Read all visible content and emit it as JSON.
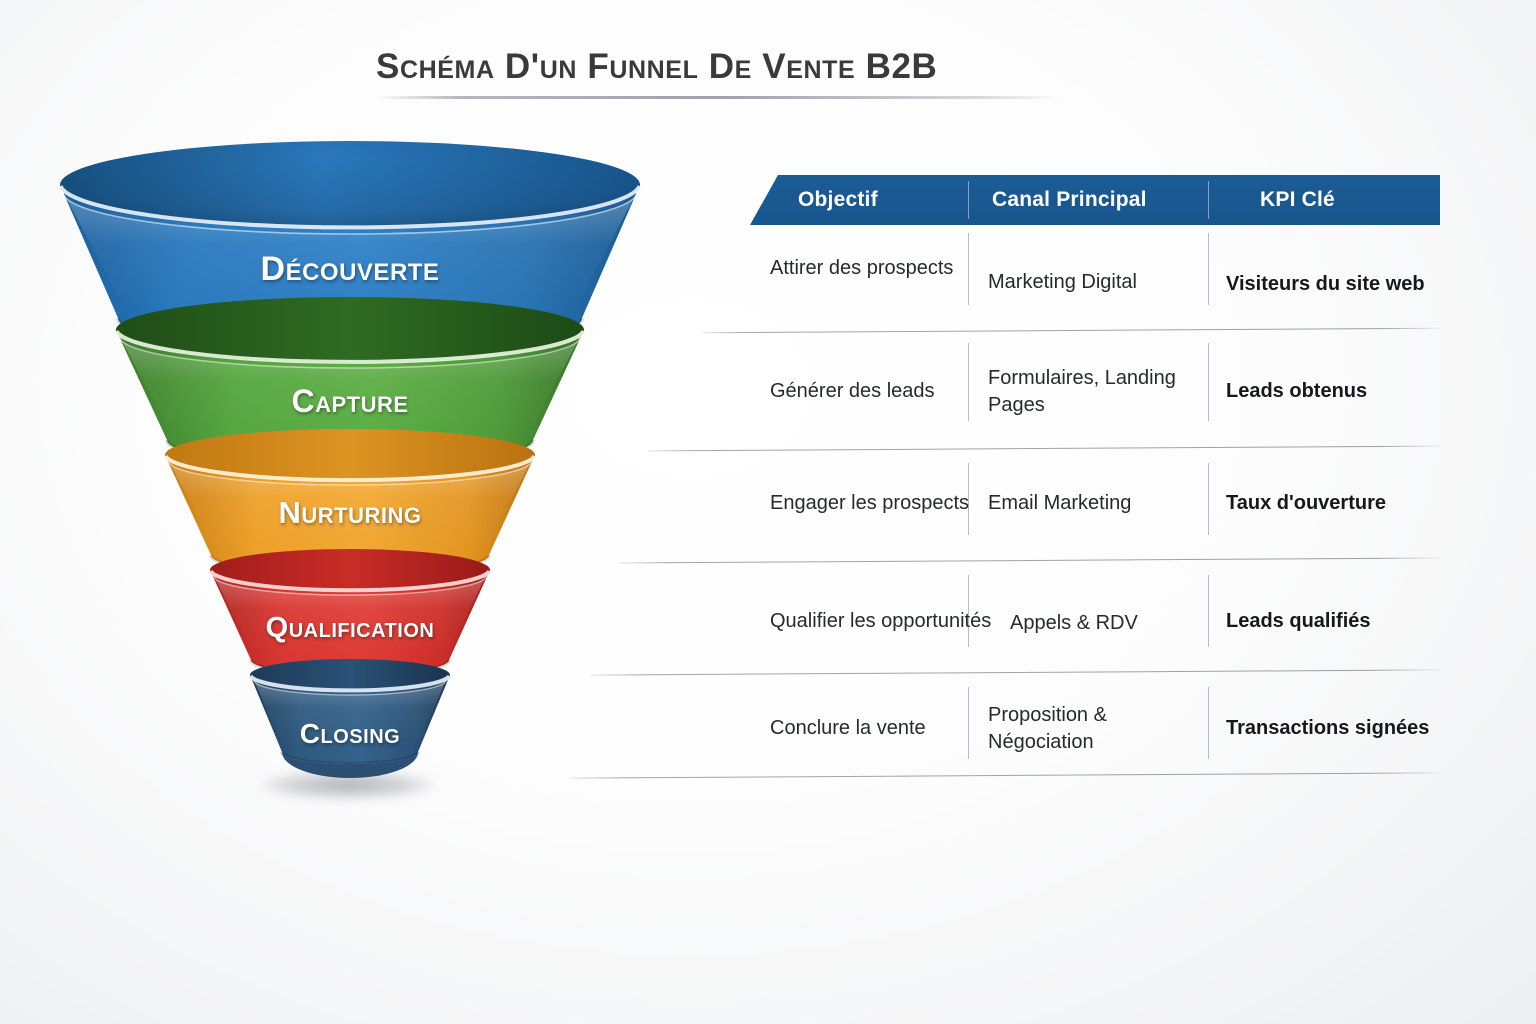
{
  "title": "Schéma d'un Funnel de Vente B2B",
  "colors": {
    "header_blue": "#1c5c96",
    "stage_blue": "#2574b4",
    "stage_green": "#51a03c",
    "stage_orange": "#ea9b26",
    "stage_red": "#d6302b",
    "stage_navy": "#2c5479",
    "text_dark": "#262a2f",
    "rule_gray": "#868c96"
  },
  "funnel": {
    "stages": [
      {
        "label": "Découverte",
        "color": "#2574b4",
        "color_dark": "#1a5c94",
        "rim": "#d6e6f3"
      },
      {
        "label": "Capture",
        "color": "#51a03c",
        "color_dark": "#3d7d2c",
        "rim": "#e1f0d8"
      },
      {
        "label": "Nurturing",
        "color": "#ea9b26",
        "color_dark": "#c67d12",
        "rim": "#fbe8c3"
      },
      {
        "label": "Qualification",
        "color": "#d6302b",
        "color_dark": "#ad2320",
        "rim": "#f8cfcd"
      },
      {
        "label": "Closing",
        "color": "#2c5479",
        "color_dark": "#1f3e5c",
        "rim": "#cfdde9"
      }
    ]
  },
  "table": {
    "headers": [
      "Objectif",
      "Canal Principal",
      "KPI Clé"
    ],
    "rows": [
      {
        "objectif": "Attirer des prospects",
        "canal": "Marketing Digital",
        "kpi": "Visiteurs du site web"
      },
      {
        "objectif": "Générer des leads",
        "canal": "Formulaires, Landing Pages",
        "kpi": "Leads obtenus"
      },
      {
        "objectif": "Engager les prospects",
        "canal": "Email Marketing",
        "kpi": "Taux d'ouverture"
      },
      {
        "objectif": "Qualifier les opportunités",
        "canal": "Appels & RDV",
        "kpi": "Leads qualifiés"
      },
      {
        "objectif": "Conclure la vente",
        "canal": "Proposition & Négociation",
        "kpi": "Transactions signées"
      }
    ]
  },
  "chart_data": {
    "type": "funnel",
    "title": "Schéma d'un Funnel de Vente B2B",
    "stages": [
      {
        "name": "Découverte",
        "objectif": "Attirer des prospects",
        "canal": "Marketing Digital",
        "kpi": "Visiteurs du site web",
        "width_rank": 1,
        "color": "#2574b4"
      },
      {
        "name": "Capture",
        "objectif": "Générer des leads",
        "canal": "Formulaires, Landing Pages",
        "kpi": "Leads obtenus",
        "width_rank": 2,
        "color": "#51a03c"
      },
      {
        "name": "Nurturing",
        "objectif": "Engager les prospects",
        "canal": "Email Marketing",
        "kpi": "Taux d'ouverture",
        "width_rank": 3,
        "color": "#ea9b26"
      },
      {
        "name": "Qualification",
        "objectif": "Qualifier les opportunités",
        "canal": "Appels & RDV",
        "kpi": "Leads qualifiés",
        "width_rank": 4,
        "color": "#d6302b"
      },
      {
        "name": "Closing",
        "objectif": "Conclure la vente",
        "canal": "Proposition & Négociation",
        "kpi": "Transactions signées",
        "width_rank": 5,
        "color": "#2c5479"
      }
    ],
    "legend_position": "right-table",
    "grid": false
  }
}
